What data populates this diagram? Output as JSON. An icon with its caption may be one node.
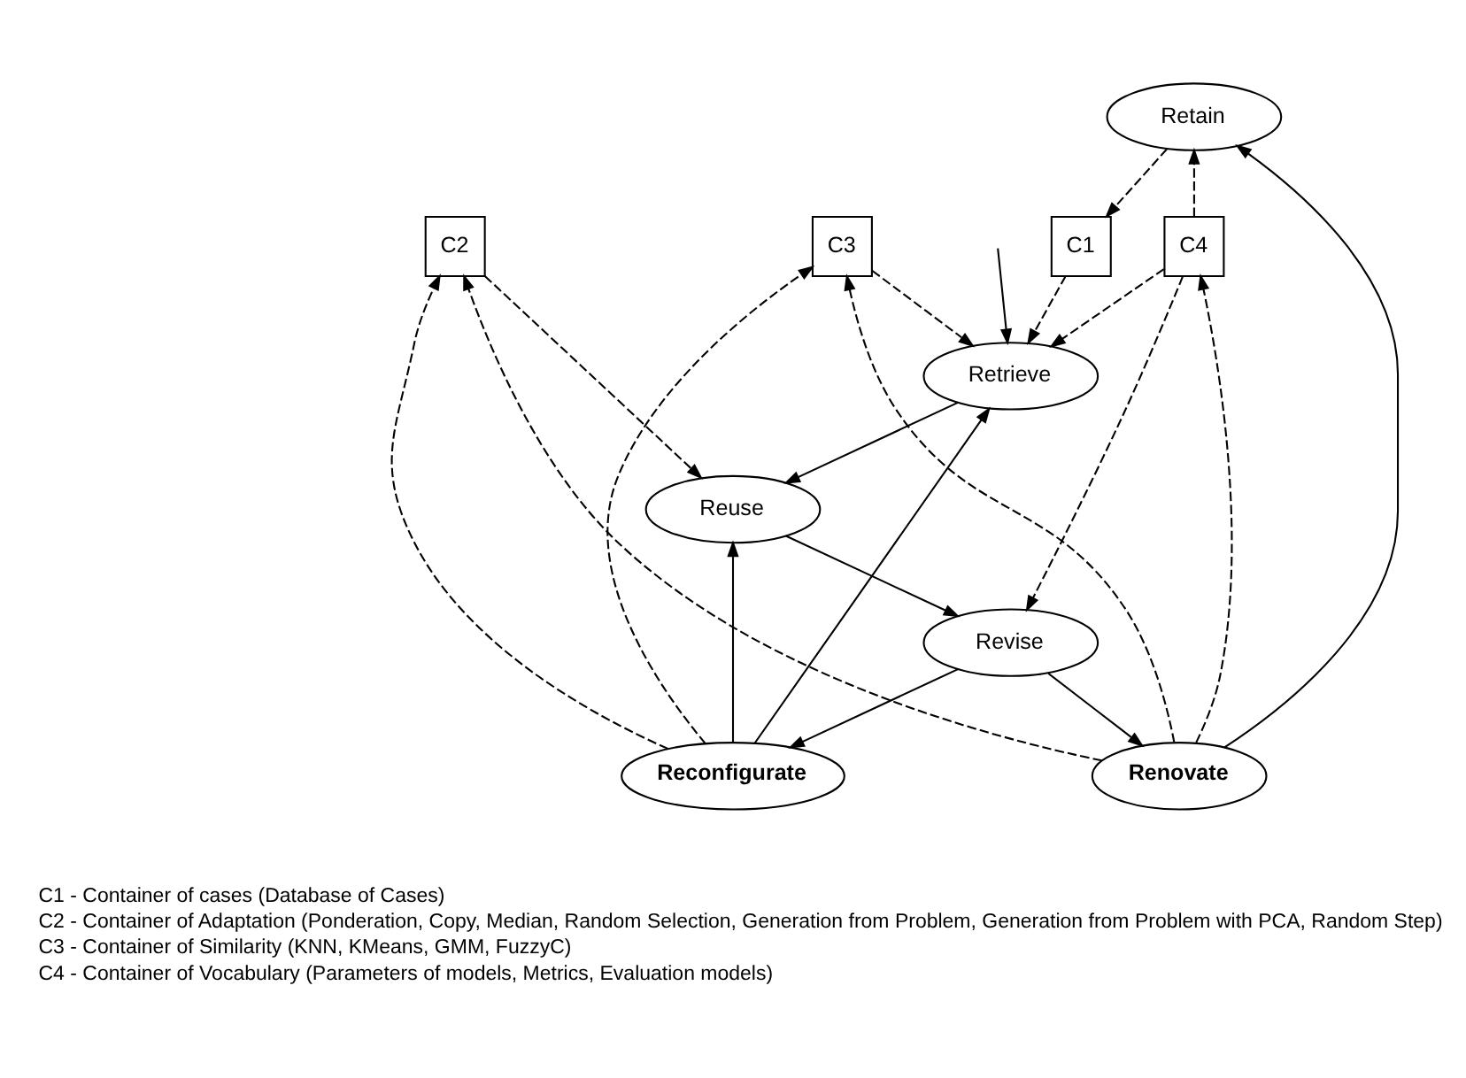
{
  "diagram": {
    "nodes": [
      {
        "text": [
          "Retain"
        ]
      },
      {
        "text": [
          "C1"
        ]
      },
      {
        "text": [
          "C2"
        ]
      },
      {
        "text": [
          "C3"
        ]
      },
      {
        "text": [
          "C4"
        ]
      },
      {
        "text": [
          "Retrieve"
        ]
      },
      {
        "text": [
          "Reuse"
        ]
      },
      {
        "text": [
          "Renovate"
        ]
      },
      {
        "text": [
          "Revise"
        ]
      },
      {
        "text": [
          "Reconfigurate"
        ]
      }
    ],
    "edges": [
      {
        "from": null,
        "to": 5,
        "arrow": "to"
      },
      {
        "from": 0,
        "to": 1,
        "arrow": "to",
        "style": "dashed"
      },
      {
        "from": 1,
        "to": 5,
        "arrow": "to",
        "style": "dashed"
      },
      {
        "from": 3,
        "to": 5,
        "arrow": "to",
        "style": "dashed"
      },
      {
        "from": 4,
        "to": 5,
        "arrow": "to",
        "style": "dashed"
      },
      {
        "from": 4,
        "to": 0,
        "arrow": "to",
        "style": "dashed"
      },
      {
        "from": 2,
        "to": 6,
        "arrow": "to",
        "style": "dashed"
      },
      {
        "from": 4,
        "to": 8,
        "arrow": "to",
        "style": "dashed"
      },
      {
        "from": 7,
        "to": 2,
        "arrow": "to",
        "style": "dashed"
      },
      {
        "from": 7,
        "to": 3,
        "arrow": "to",
        "style": "dashed"
      },
      {
        "from": 7,
        "to": 4,
        "arrow": "to",
        "style": "dashed"
      },
      {
        "from": 9,
        "to": 2,
        "arrow": "to",
        "style": "dashed"
      },
      {
        "from": 9,
        "to": 3,
        "arrow": "to",
        "style": "dashed"
      },
      {
        "from": 5,
        "to": 6,
        "arrow": "to"
      },
      {
        "from": 6,
        "to": 8,
        "arrow": "to"
      },
      {
        "from": 8,
        "to": 7,
        "arrow": "to"
      },
      {
        "from": 8,
        "to": 9,
        "arrow": "to"
      },
      {
        "from": 9,
        "to": 6,
        "arrow": "to"
      },
      {
        "from": 9,
        "to": 5,
        "arrow": "to"
      },
      {
        "from": 7,
        "to": 0,
        "arrow": "to"
      }
    ],
    "labels": [
      "C1 - Container of cases (Database of Cases)",
      "C2 - Container of Adaptation (Ponderation, Copy, Median, Random Selection, Generation from Problem, Generation from Problem with PCA, Random Step)",
      "C3 - Container of Similarity (KNN, KMeans, GMM, FuzzyC)",
      "C4 - Container of Vocabulary (Parameters of models, Metrics, Evaluation models)"
    ]
  }
}
